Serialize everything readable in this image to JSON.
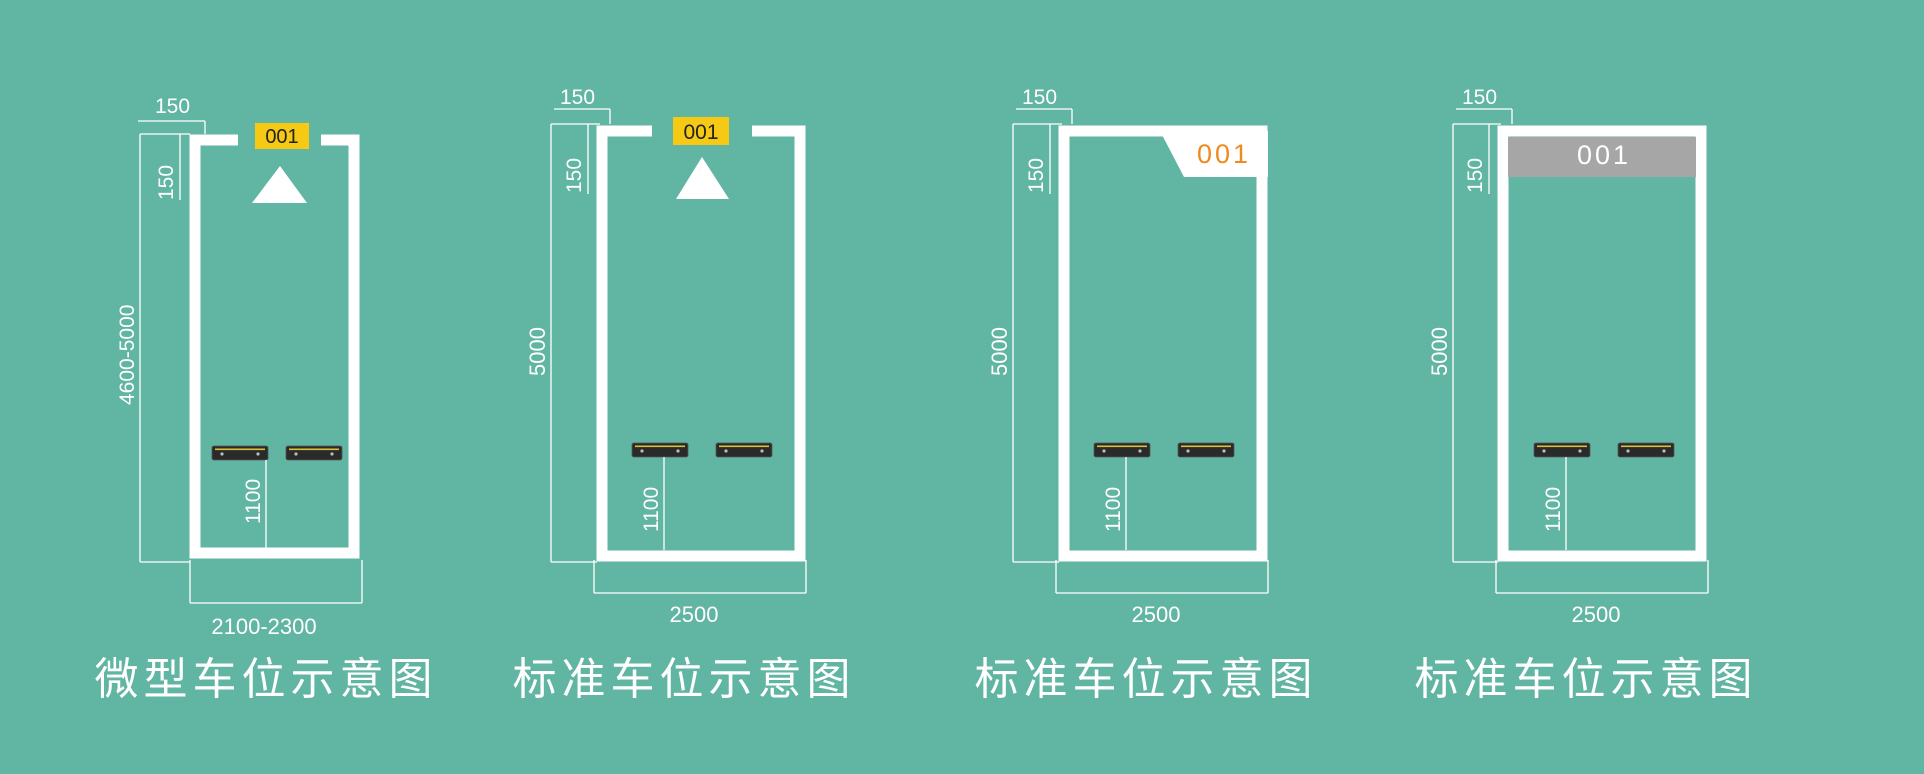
{
  "colors": {
    "background": "#61b5a3",
    "line": "#ffffff",
    "label_yellow": "#f6c915",
    "label_orange": "#ee8a1e",
    "label_gray": "#a6a6a6",
    "stopper": "#2a2a2a",
    "stopper_stripe": "#d8c23a"
  },
  "diagrams": [
    {
      "label_style": "yellow-box-arrow",
      "space_number": "001",
      "dim_top": "150",
      "dim_side_small": "150",
      "dim_length": "4600-5000",
      "dim_stopper": "1100",
      "dim_width": "2100-2300",
      "caption": "微型车位示意图"
    },
    {
      "label_style": "yellow-box-arrow",
      "space_number": "001",
      "dim_top": "150",
      "dim_side_small": "150",
      "dim_length": "5000",
      "dim_stopper": "1100",
      "dim_width": "2500",
      "caption": "标准车位示意图"
    },
    {
      "label_style": "white-corner-orange",
      "space_number": "001",
      "dim_top": "150",
      "dim_side_small": "150",
      "dim_length": "5000",
      "dim_stopper": "1100",
      "dim_width": "2500",
      "caption": "标准车位示意图"
    },
    {
      "label_style": "gray-band",
      "space_number": "001",
      "dim_top": "150",
      "dim_side_small": "150",
      "dim_length": "5000",
      "dim_stopper": "1100",
      "dim_width": "2500",
      "caption": "标准车位示意图"
    }
  ]
}
